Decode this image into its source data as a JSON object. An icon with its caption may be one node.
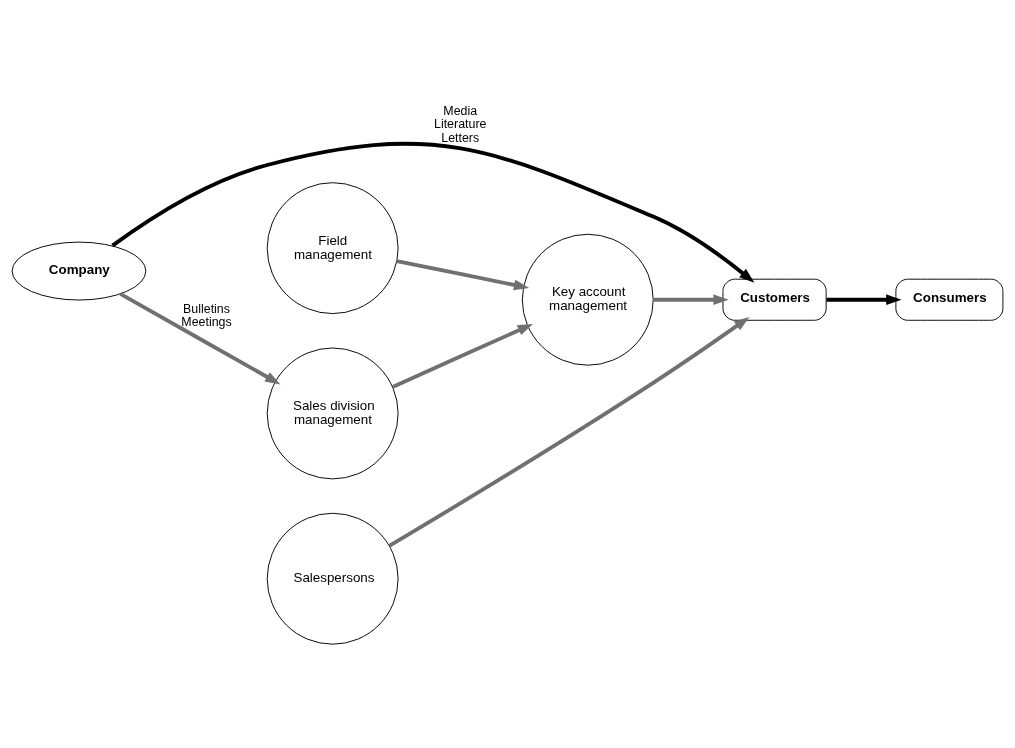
{
  "diagram": {
    "nodes": [
      {
        "text": [
          "Sales division management"
        ]
      },
      {
        "text": [
          "Company"
        ]
      },
      {
        "text": [
          "Field management"
        ]
      },
      {
        "text": [
          "Key account management"
        ]
      },
      {
        "text": [
          "Customers"
        ]
      },
      {
        "text": [
          "Salespersons"
        ]
      },
      {
        "text": [
          "Consumers"
        ]
      }
    ],
    "edges": [
      {
        "from": 1,
        "to": 0,
        "arrow": "to",
        "label": "Bulletins Meetings"
      },
      {
        "from": 1,
        "to": 4,
        "arrow": "to",
        "label": "Media Literature Letters",
        "color": "#000000"
      },
      {
        "from": 0,
        "to": 3,
        "arrow": "to"
      },
      {
        "from": 2,
        "to": 3,
        "arrow": "to"
      },
      {
        "from": 3,
        "to": 4,
        "arrow": "to"
      },
      {
        "from": 5,
        "to": 4,
        "arrow": "to"
      },
      {
        "from": 4,
        "to": 6,
        "arrow": "to",
        "color": "#000000"
      }
    ]
  }
}
